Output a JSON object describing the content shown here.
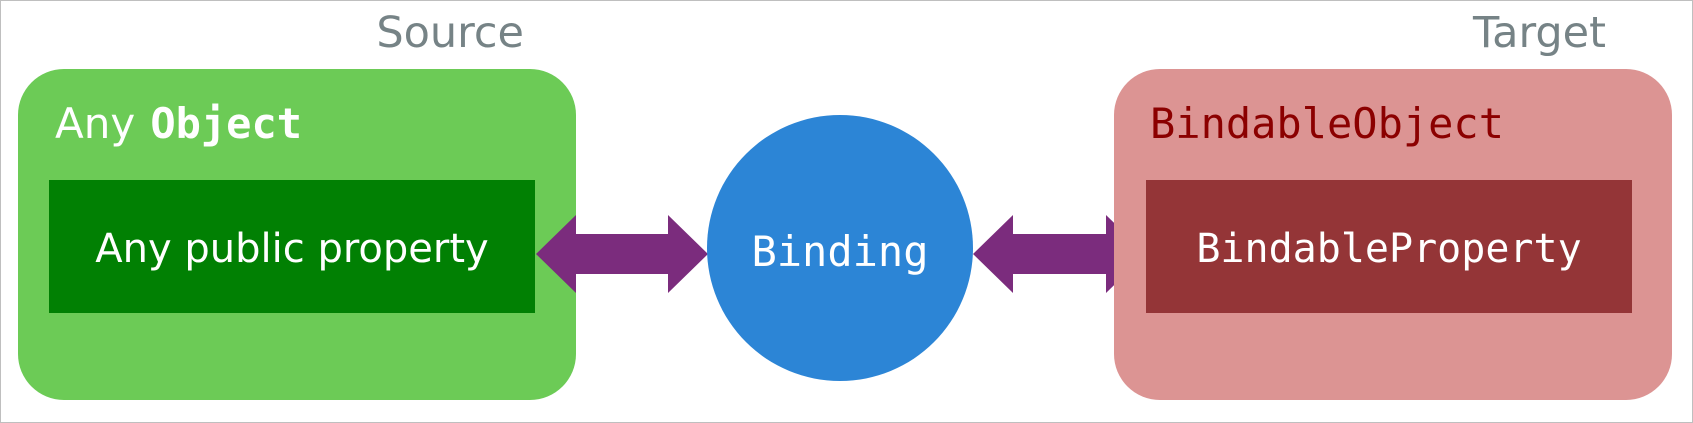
{
  "labels": {
    "source": "Source",
    "target": "Target"
  },
  "source": {
    "title_prefix": "Any",
    "title_code": "Object",
    "property": "Any public property"
  },
  "binding": {
    "label": "Binding"
  },
  "target": {
    "title_code": "BindableObject",
    "property": "BindableProperty"
  },
  "colors": {
    "frame": "#bfbfbf",
    "heading_gray": "#768386",
    "source_outer": "#6ccb56",
    "source_inner": "#018003",
    "binding_circle": "#2c85d6",
    "target_outer": "#dc9493",
    "target_inner": "#943537",
    "target_title": "#8b0000",
    "arrow": "#7b2c7d",
    "light_text": "#ffffff"
  }
}
